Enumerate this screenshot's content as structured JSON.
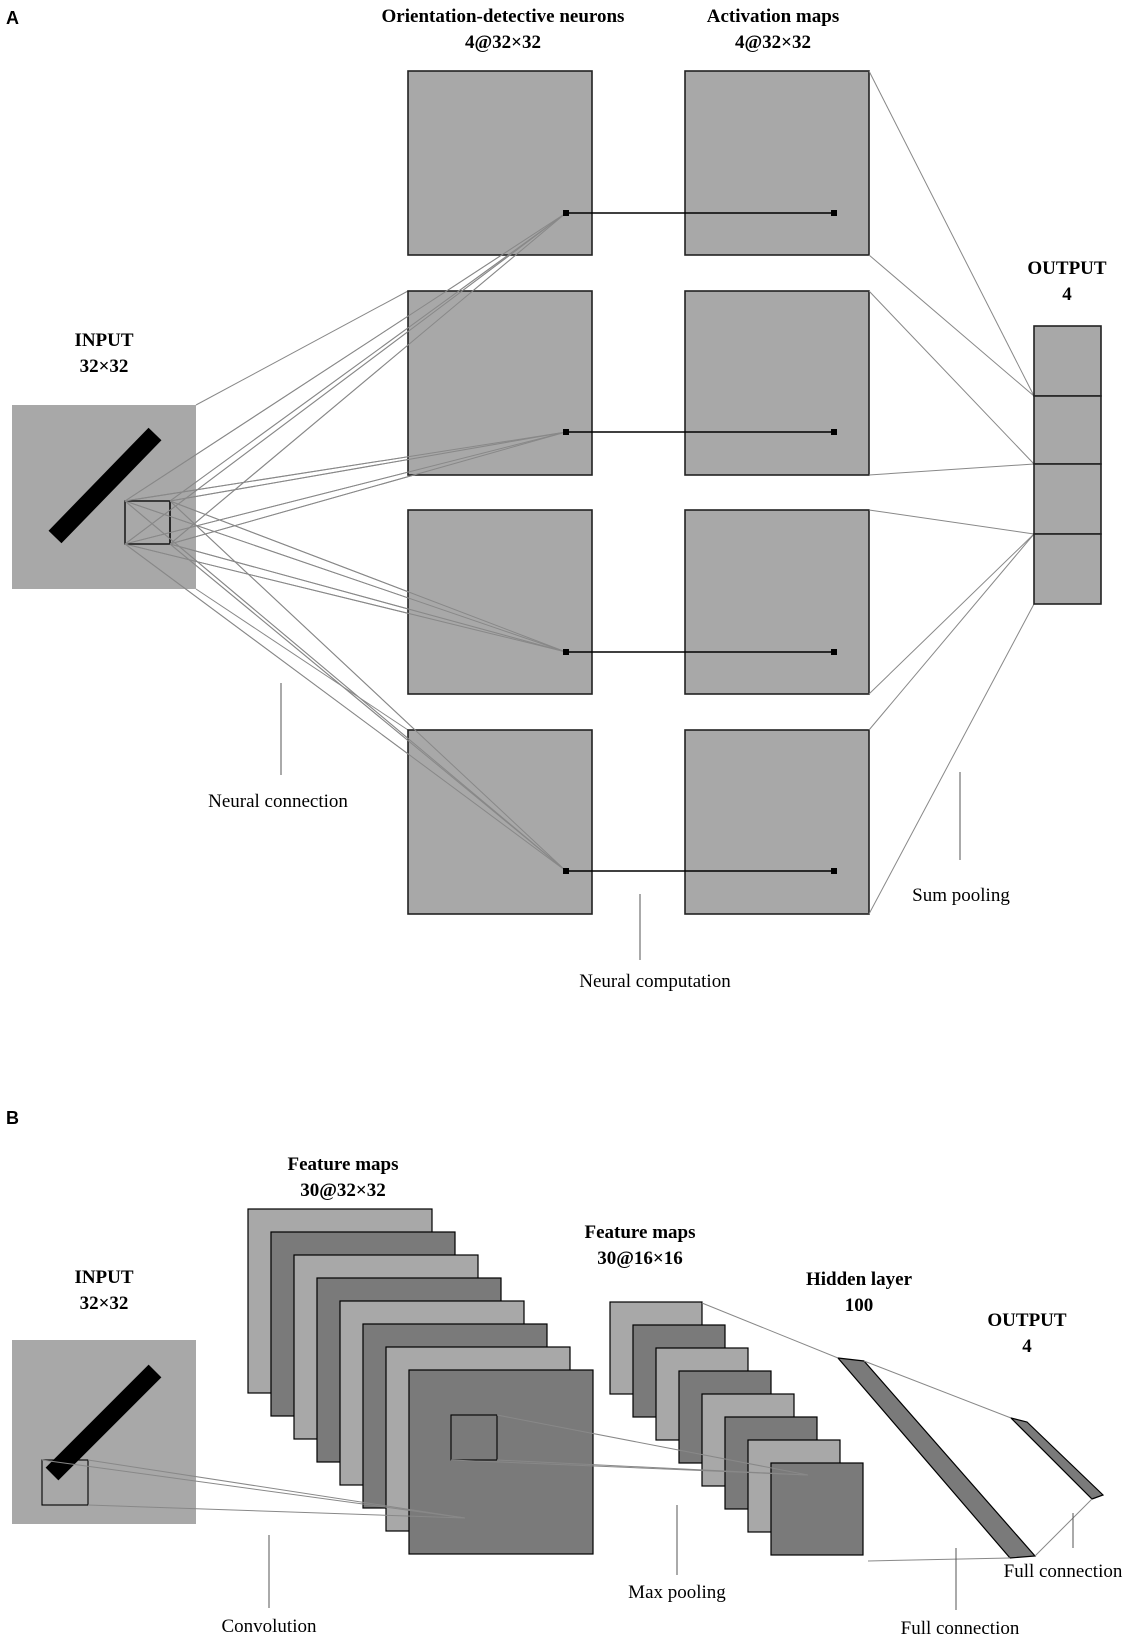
{
  "panel_a": {
    "tag": "A",
    "input": {
      "title": "INPUT",
      "size": "32×32"
    },
    "orientation_neurons": {
      "title": "Orientation-detective neurons",
      "size": "4@32×32"
    },
    "activation_maps": {
      "title": "Activation maps",
      "size": "4@32×32"
    },
    "output": {
      "title": "OUTPUT",
      "size": "4"
    },
    "annotations": {
      "neural_connection": "Neural connection",
      "neural_computation": "Neural computation",
      "sum_pooling": "Sum pooling"
    }
  },
  "panel_b": {
    "tag": "B",
    "input": {
      "title": "INPUT",
      "size": "32×32"
    },
    "feature_maps_1": {
      "title": "Feature maps",
      "size": "30@32×32"
    },
    "feature_maps_2": {
      "title": "Feature maps",
      "size": "30@16×16"
    },
    "hidden": {
      "title": "Hidden layer",
      "size": "100"
    },
    "output": {
      "title": "OUTPUT",
      "size": "4"
    },
    "annotations": {
      "convolution": "Convolution",
      "max_pooling": "Max pooling",
      "full_connection_1": "Full connection",
      "full_connection_2": "Full connection"
    }
  },
  "colors": {
    "map_light": "#a8a8a8",
    "map_dark": "#7a7a7a",
    "bar": "#000000",
    "line": "#888888"
  }
}
